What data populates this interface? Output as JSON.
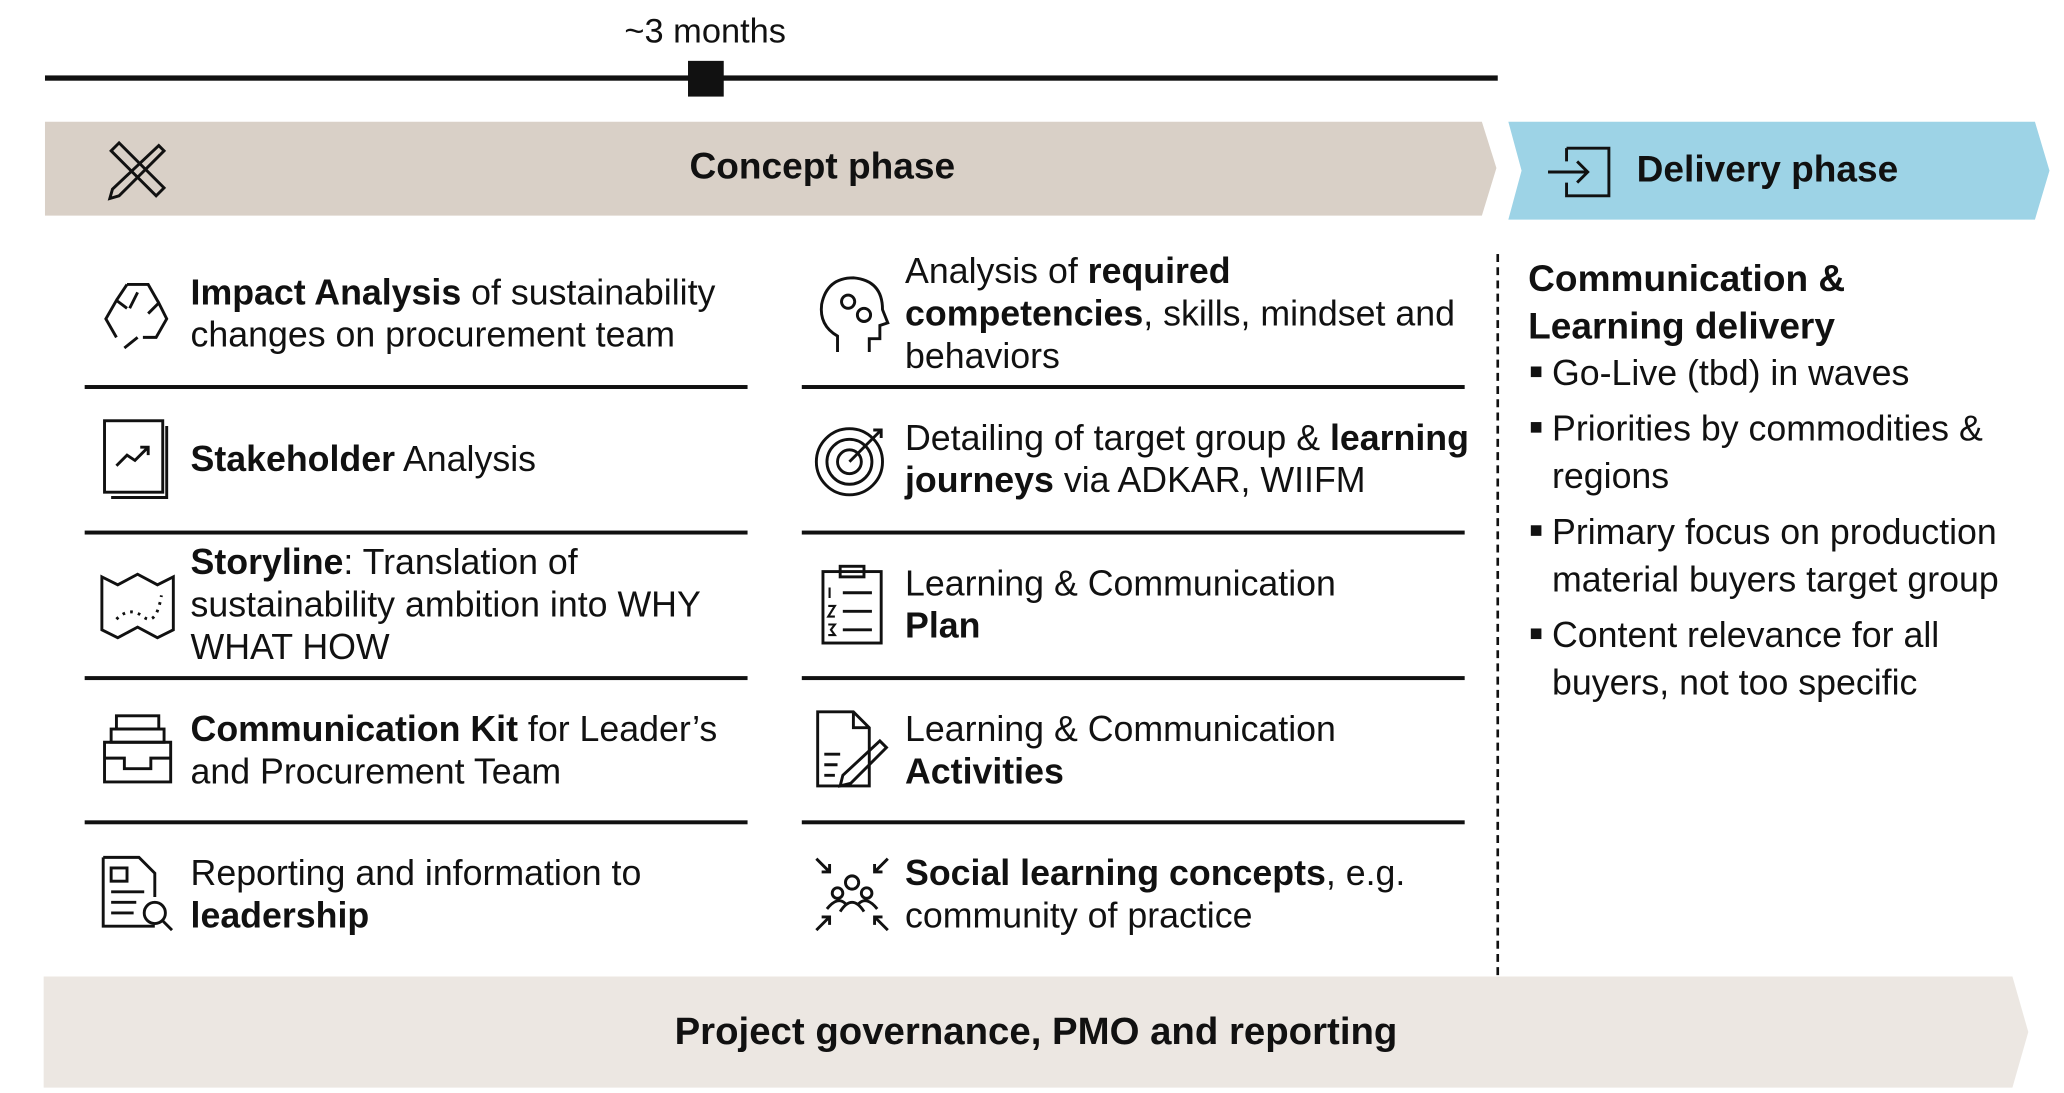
{
  "timeline": {
    "duration_label": "~3 months"
  },
  "colors": {
    "concept": "#d9d0c7",
    "delivery": "#9dd3e6",
    "governance": "#ece7e2",
    "ink": "#111111"
  },
  "concept_phase": {
    "title": "Concept phase",
    "icon": "ruler-pencil-icon",
    "left_items": [
      {
        "icon": "recycle-icon",
        "bold": "Impact Analysis",
        "rest": " of sustainability changes on procurement team"
      },
      {
        "icon": "chart-document-icon",
        "bold": "Stakeholder",
        "rest": " Analysis"
      },
      {
        "icon": "map-icon",
        "bold": "Storyline",
        "rest": ": Translation of sustainability ambition into WHY WHAT HOW"
      },
      {
        "icon": "inbox-tray-icon",
        "bold": "Communication Kit",
        "rest": " for Leader’s and Procurement Team"
      },
      {
        "icon": "report-search-icon",
        "pre": "Reporting and information to ",
        "bold": "leadership"
      }
    ],
    "right_items": [
      {
        "icon": "head-gears-icon",
        "pre": "Analysis of ",
        "bold": "required competencies",
        "rest": ", skills, mindset and behaviors"
      },
      {
        "icon": "target-icon",
        "pre": "Detailing of target group & ",
        "bold": "learning journeys",
        "rest": " via ADKAR, WIIFM"
      },
      {
        "icon": "clipboard-list-icon",
        "pre": "Learning & Communication ",
        "bold": "Plan"
      },
      {
        "icon": "document-pen-icon",
        "pre": "Learning & Communication ",
        "bold": "Activities"
      },
      {
        "icon": "people-network-icon",
        "bold": "Social learning concepts",
        "rest": ", e.g. community of practice"
      }
    ]
  },
  "delivery_phase": {
    "title": "Delivery phase",
    "icon": "enter-arrow-icon",
    "heading_line1": "Communication &",
    "heading_line2": "Learning delivery",
    "bullets": [
      "Go-Live (tbd) in waves",
      "Priorities by commodities & regions",
      "Primary focus on production material buyers target group",
      "Content relevance for all buyers, not too specific"
    ]
  },
  "governance": {
    "title": "Project governance, PMO and reporting"
  }
}
